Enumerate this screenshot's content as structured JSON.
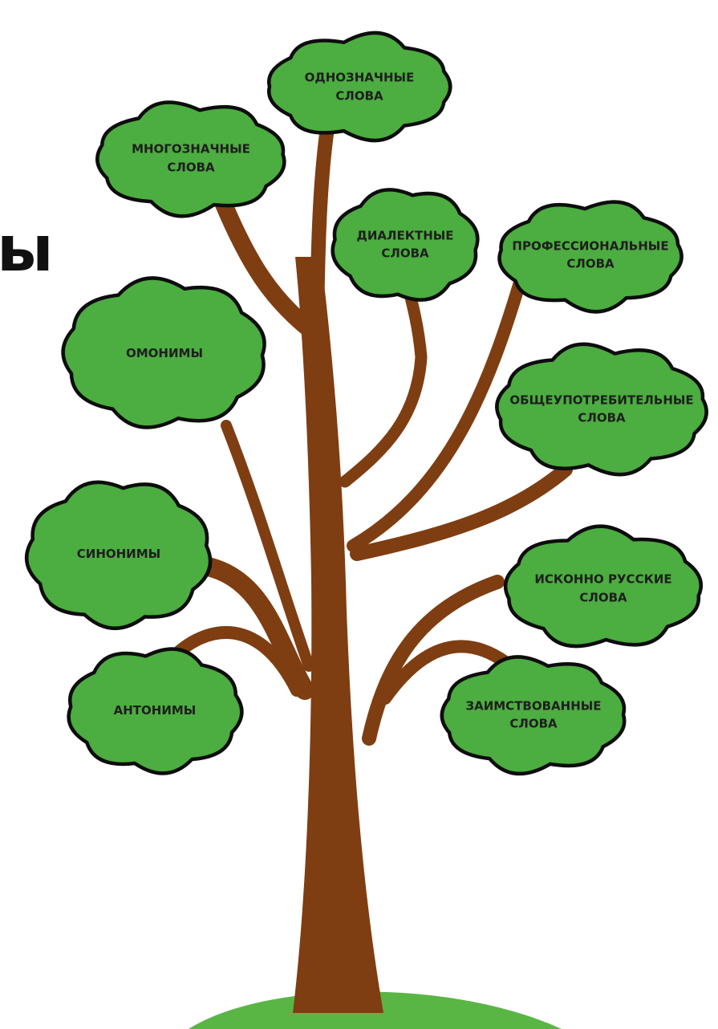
{
  "title_fragment": "ы",
  "colors": {
    "leaf": "#4cad40",
    "outline": "#0d0d0d",
    "trunk": "#7f3d12",
    "ground": "#59b645",
    "text": "#1e1e1e"
  },
  "leaves": [
    {
      "id": "odnoznachnye",
      "lines": [
        "ОДНОЗНАЧНЫЕ",
        "СЛОВА"
      ]
    },
    {
      "id": "mnogoznachnye",
      "lines": [
        "МНОГОЗНАЧНЫЕ",
        "СЛОВА"
      ]
    },
    {
      "id": "dialektnye",
      "lines": [
        "ДИАЛЕКТНЫЕ",
        "СЛОВА"
      ]
    },
    {
      "id": "professionalnye",
      "lines": [
        "ПРОФЕССИОНАЛЬНЫЕ",
        "СЛОВА"
      ]
    },
    {
      "id": "omonimy",
      "lines": [
        "ОМОНИМЫ"
      ]
    },
    {
      "id": "obshcheupotrebitelnye",
      "lines": [
        "ОБЩЕУПОТРЕБИТЕЛЬНЫЕ",
        "СЛОВА"
      ]
    },
    {
      "id": "sinonimy",
      "lines": [
        "СИНОНИМЫ"
      ]
    },
    {
      "id": "iskonno-russkie",
      "lines": [
        "ИСКОННО РУССКИЕ",
        "СЛОВА"
      ]
    },
    {
      "id": "antonimy",
      "lines": [
        "АНТОНИМЫ"
      ]
    },
    {
      "id": "zaimstvovannye",
      "lines": [
        "ЗАИМСТВОВАННЫЕ",
        "СЛОВА"
      ]
    }
  ]
}
